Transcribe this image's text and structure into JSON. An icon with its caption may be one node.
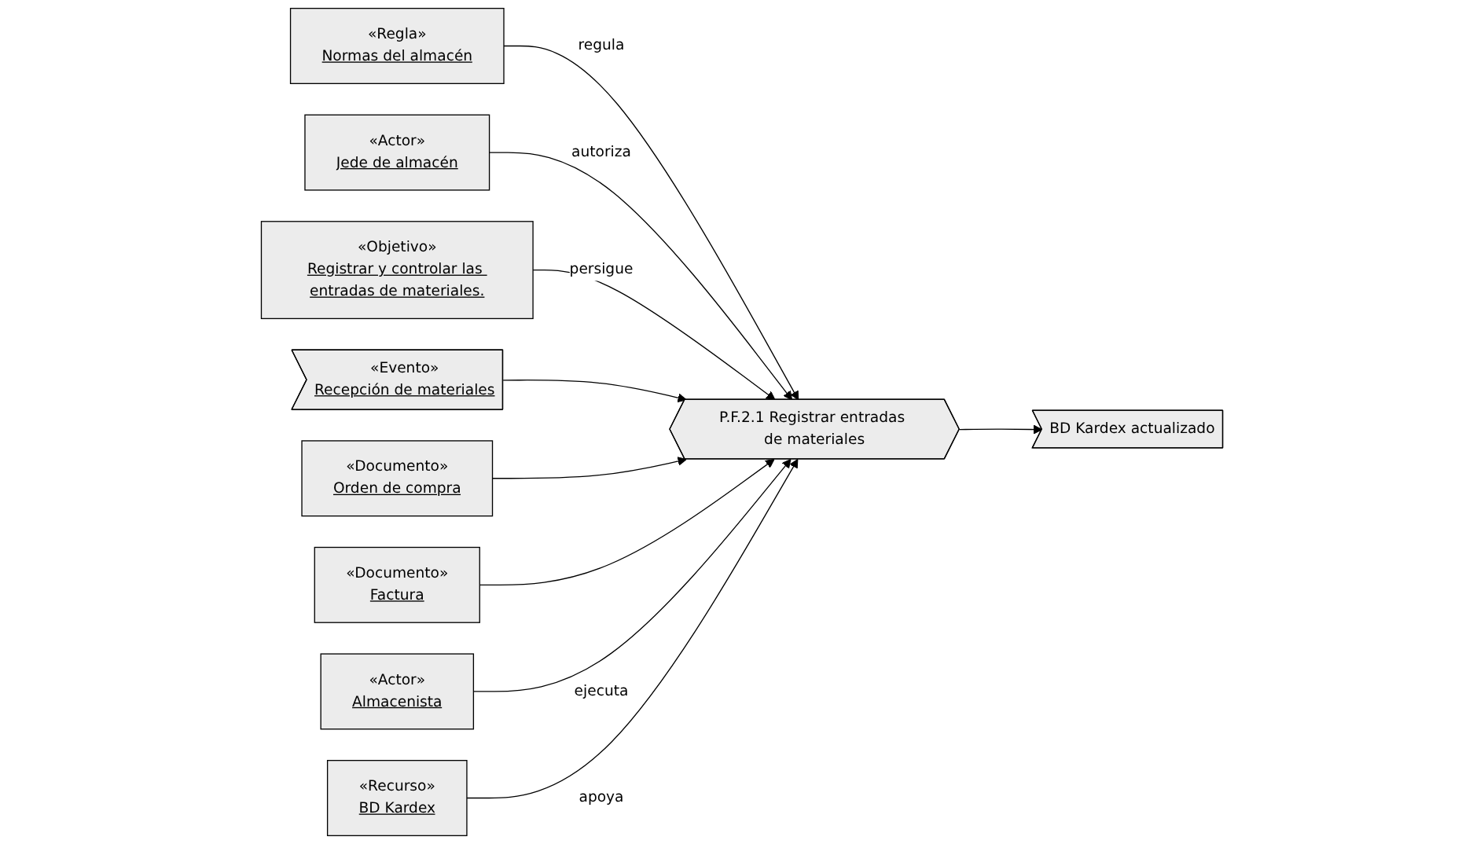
{
  "diagram": {
    "nodes": [
      {
        "text": [
          "«Regla»",
          "Normas del almacén"
        ]
      },
      {
        "text": [
          "«Actor»",
          "Jede de almacén"
        ]
      },
      {
        "text": [
          "«Objetivo»",
          "Registrar y controlar las entradas de materiales."
        ]
      },
      {
        "text": [
          "«Evento»",
          "Recepción de materiales"
        ]
      },
      {
        "text": [
          "P.F.2.1 Registrar entradas de materiales"
        ]
      },
      {
        "text": [
          "«Documento»",
          "Orden de compra"
        ]
      },
      {
        "text": [
          "BD Kardex actualizado"
        ]
      },
      {
        "text": [
          "«Documento»",
          "Factura"
        ]
      },
      {
        "text": [
          "«Actor»",
          "Almacenista"
        ]
      },
      {
        "text": [
          "«Recurso»",
          "BD Kardex"
        ]
      }
    ],
    "edges": [
      {
        "from": 0,
        "to": 4,
        "arrow": "to",
        "label": "regula"
      },
      {
        "from": 1,
        "to": 4,
        "arrow": "to",
        "label": "autoriza"
      },
      {
        "from": 2,
        "to": 4,
        "arrow": "to",
        "label": "persigue"
      },
      {
        "from": 3,
        "to": 4,
        "arrow": "to"
      },
      {
        "from": 5,
        "to": 4,
        "arrow": "to"
      },
      {
        "from": 7,
        "to": 4,
        "arrow": "to"
      },
      {
        "from": 4,
        "to": 6,
        "arrow": "to"
      },
      {
        "from": 8,
        "to": 4,
        "arrow": "to",
        "label": "ejecuta"
      },
      {
        "from": 9,
        "to": 4,
        "arrow": "to",
        "label": "apoya"
      }
    ]
  }
}
